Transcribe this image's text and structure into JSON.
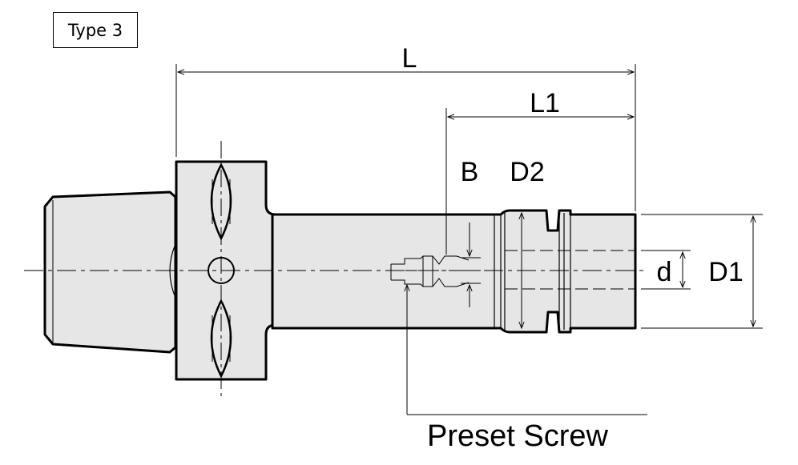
{
  "type_label": "Type 3",
  "dimensions": {
    "L": "L",
    "L1": "L1",
    "B": "B",
    "D2": "D2",
    "d": "d",
    "D1": "D1"
  },
  "callout": "Preset Screw",
  "colors": {
    "fill": "#e6e6e6",
    "stroke": "#000000"
  }
}
